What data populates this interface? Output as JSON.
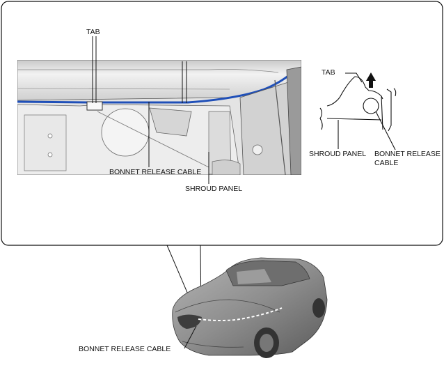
{
  "callout_labels": {
    "tab_main": "TAB",
    "bonnet_release_cable_main": "BONNET RELEASE CABLE",
    "shroud_panel_main": "SHROUD PANEL",
    "tab_detail": "TAB",
    "shroud_panel_detail": "SHROUD PANEL",
    "bonnet_release_cable_detail_line1": "BONNET RELEASE",
    "bonnet_release_cable_detail_line2": "CABLE",
    "bonnet_release_cable_car": "BONNET RELEASE CABLE"
  },
  "colors": {
    "cable_highlight": "#1f4fb8",
    "line": "#111111",
    "panel_fill": "#d9d9d9",
    "car_fill": "#8c8c8c"
  },
  "icons": [
    "up-arrow-icon"
  ]
}
